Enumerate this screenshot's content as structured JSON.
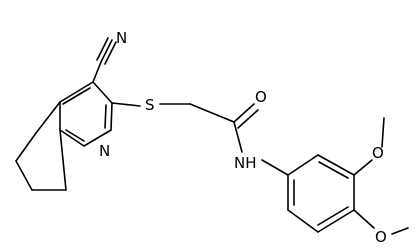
{
  "molecule": {
    "atoms": {
      "N_nitrile": "N",
      "N_pyridine": "N",
      "S": "S",
      "O_carbonyl": "O",
      "NH": "NH",
      "O_methoxy_1": "O",
      "O_methoxy_2": "O"
    }
  }
}
